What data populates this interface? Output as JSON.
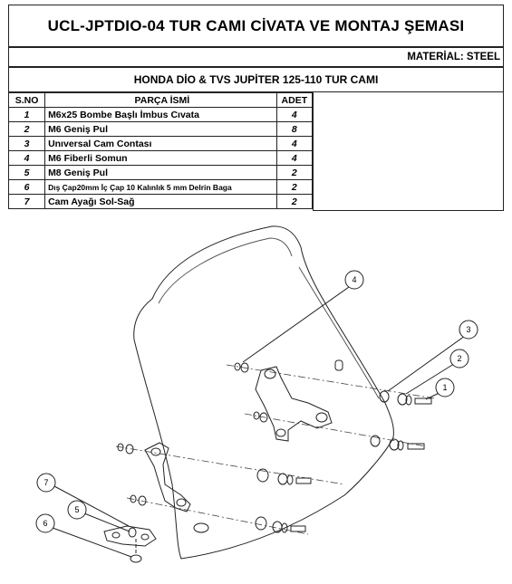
{
  "header": {
    "title": "UCL-JPTDIO-04 TUR CAMI CİVATA VE MONTAJ ŞEMASI",
    "material": "MATERİAL: STEEL",
    "model": "HONDA DİO & TVS JUPİTER 125-110 TUR CAMI"
  },
  "table": {
    "headers": {
      "sno": "S.NO",
      "part": "PARÇA İSMİ",
      "qty": "ADET"
    },
    "rows": [
      {
        "sno": "1",
        "part": "M6x25 Bombe Başlı İmbus Cıvata",
        "qty": "4"
      },
      {
        "sno": "2",
        "part": "M6 Geniş Pul",
        "qty": "8"
      },
      {
        "sno": "3",
        "part": "Unıversal Cam Contası",
        "qty": "4"
      },
      {
        "sno": "4",
        "part": "M6 Fiberli Somun",
        "qty": "4"
      },
      {
        "sno": "5",
        "part": "M8 Geniş Pul",
        "qty": "2"
      },
      {
        "sno": "6",
        "part": "Dış Çap20mm İç Çap 10 Kalınlık 5 mm Delrin Baga",
        "qty": "2"
      },
      {
        "sno": "7",
        "part": "Cam Ayağı Sol-Sağ",
        "qty": "2"
      }
    ]
  },
  "callouts": [
    "1",
    "2",
    "3",
    "4",
    "5",
    "6",
    "7"
  ]
}
